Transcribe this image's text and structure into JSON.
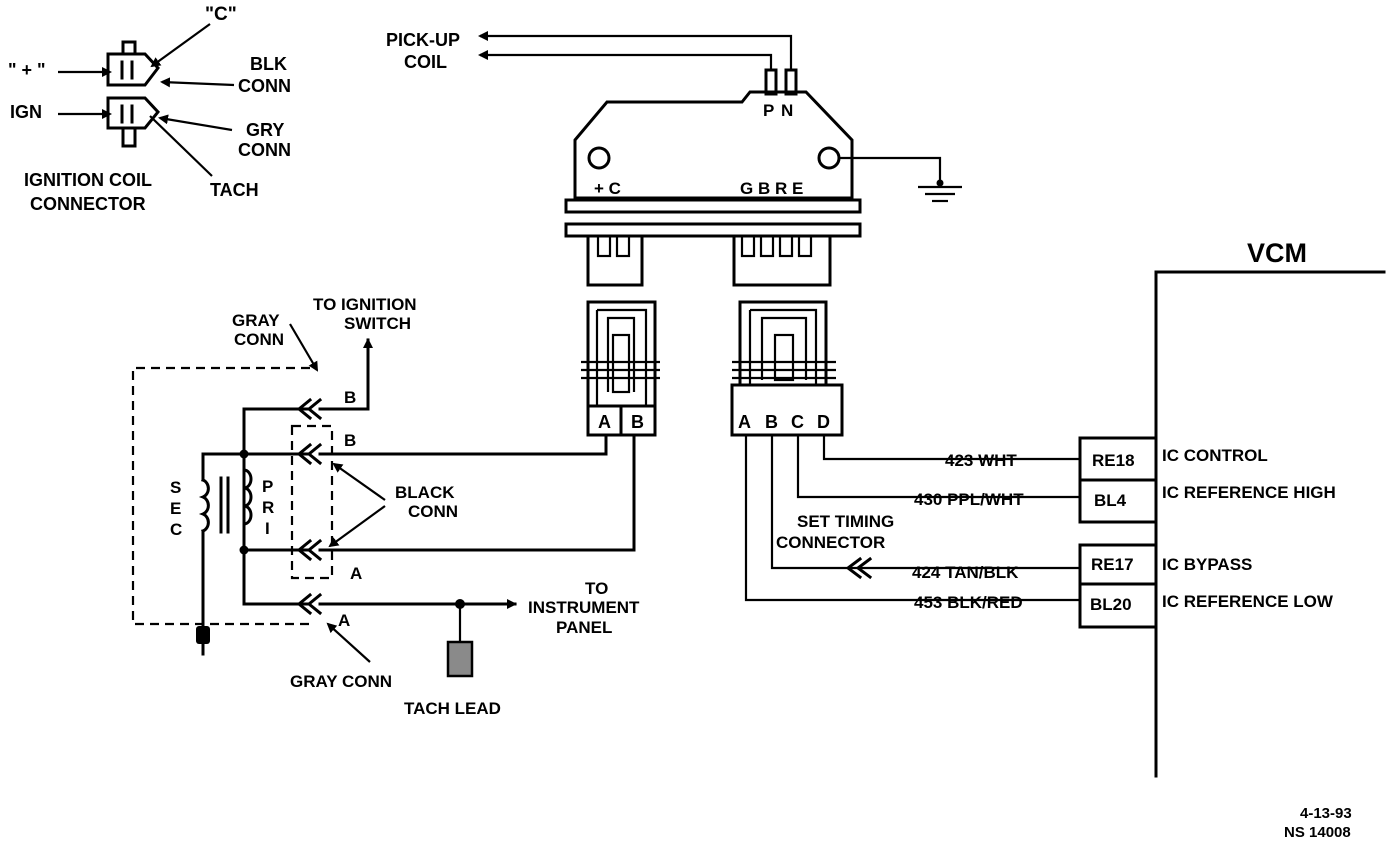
{
  "coil_connector": {
    "c_label": "\"C\"",
    "plus_label": "\" + \"",
    "ign_label": "IGN",
    "blk_conn": [
      "BLK",
      "CONN"
    ],
    "gry_conn": [
      "GRY",
      "CONN"
    ],
    "tach": "TACH",
    "title": [
      "IGNITION COIL",
      "CONNECTOR"
    ]
  },
  "module": {
    "pickup_coil": [
      "PICK-UP",
      "COIL"
    ],
    "p": "P",
    "n": "N",
    "left_terminals": "+  C",
    "right_terminals": "G B R E",
    "conn_left_pins": [
      "A",
      "B"
    ],
    "conn_right_pins": [
      "A",
      "B",
      "C",
      "D"
    ]
  },
  "coil_circuit": {
    "gray_conn_top": [
      "GRAY",
      "CONN"
    ],
    "to_ignition_switch": [
      "TO IGNITION",
      "SWITCH"
    ],
    "b_upper": "B",
    "b_lower": "B",
    "sec": [
      "S",
      "E",
      "C"
    ],
    "pri": [
      "P",
      "R",
      "I"
    ],
    "black_conn": [
      "BLACK",
      "CONN"
    ],
    "a_black": "A",
    "a_gray": "A",
    "to_instrument_panel": [
      "TO",
      "INSTRUMENT",
      "PANEL"
    ],
    "gray_conn_bottom": "GRAY CONN",
    "tach_lead": "TACH LEAD"
  },
  "vcm": {
    "title": "VCM",
    "set_timing": [
      "SET TIMING",
      "CONNECTOR"
    ],
    "circuits": [
      {
        "wire": "423  WHT",
        "pin": "RE18",
        "function": "IC CONTROL"
      },
      {
        "wire": "430  PPL/WHT",
        "pin": "BL4",
        "function": "IC REFERENCE HIGH"
      },
      {
        "wire": "424  TAN/BLK",
        "pin": "RE17",
        "function": "IC BYPASS"
      },
      {
        "wire": "453  BLK/RED",
        "pin": "BL20",
        "function": "IC REFERENCE LOW"
      }
    ]
  },
  "footer": {
    "date": "4-13-93",
    "code": "NS 14008"
  }
}
